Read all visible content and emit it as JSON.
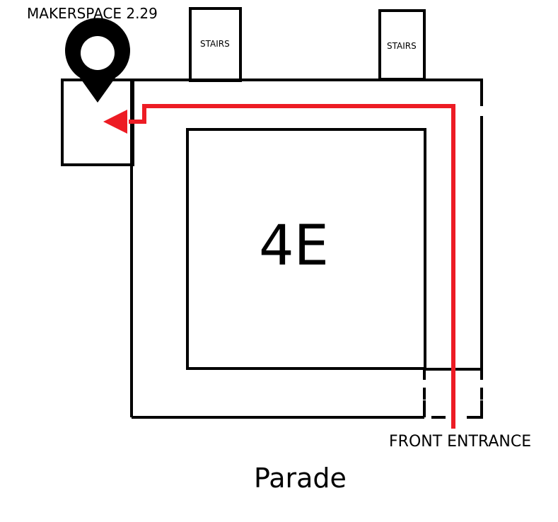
{
  "map": {
    "destination_label": "MAKERSPACE 2.29",
    "stairs_labels": [
      "STAIRS",
      "STAIRS"
    ],
    "building_label": "4E",
    "entrance_label": "FRONT ENTRANCE",
    "street_label": "Parade"
  },
  "colors": {
    "background": "#ffffff",
    "walls": "#000000",
    "route": "#ed1c24",
    "pin": "#000000"
  },
  "icons": {
    "destination_marker": "map-pin-icon",
    "route_arrow": "arrow-left-icon"
  }
}
